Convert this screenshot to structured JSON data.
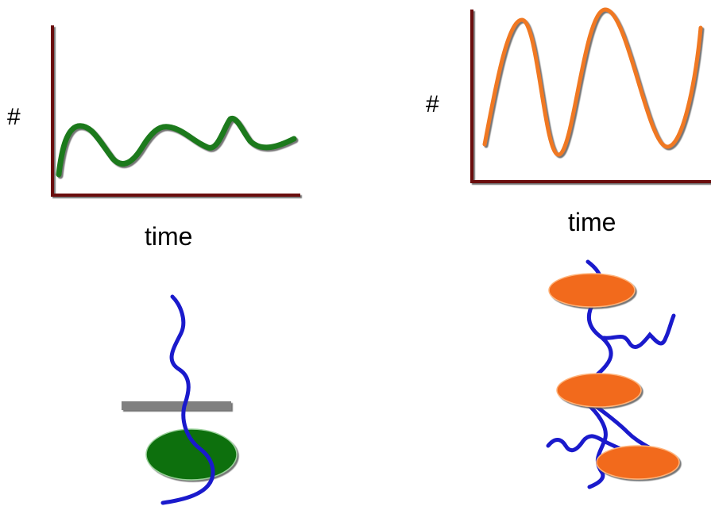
{
  "left_panel": {
    "y_label": "#",
    "x_label": "time",
    "curve_color": "#1a7a1a",
    "axis_color": "#6b0a0a",
    "shape": "damped oscillation"
  },
  "right_panel": {
    "y_label": "#",
    "x_label": "time",
    "curve_color": "#f07820",
    "axis_color": "#6b0a0a",
    "shape": "sustained oscillation"
  },
  "bottom_left": {
    "strand_color": "#1a1acc",
    "bar_color": "#808080",
    "ellipse_color": "#0f6f0f",
    "ellipse_count": 1
  },
  "bottom_right": {
    "strand_color": "#1a1acc",
    "ellipse_color": "#f26b1d",
    "ellipse_count": 3
  }
}
